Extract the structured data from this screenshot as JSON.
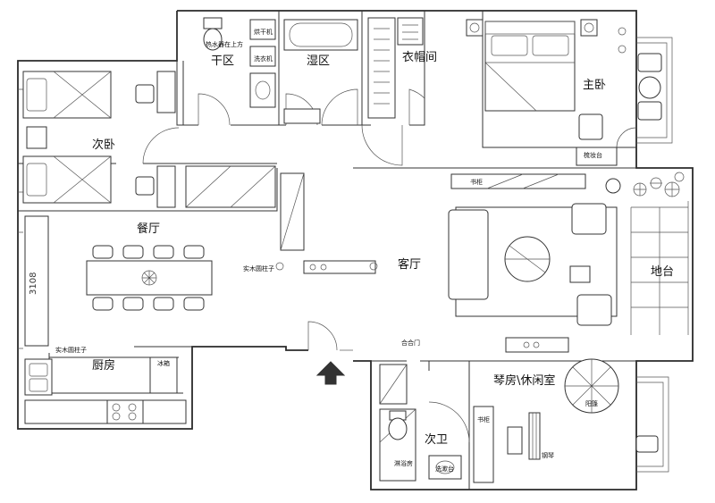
{
  "rooms": {
    "dry_area": "干区",
    "wet_area": "湿区",
    "walk_in_closet": "衣帽间",
    "master_bedroom": "主卧",
    "second_bedroom": "次卧",
    "dining_room": "餐厅",
    "living_room": "客厅",
    "balcony": "地台",
    "kitchen": "厨房",
    "second_bathroom": "次卫",
    "piano_leisure_room": "琴房\\休闲室"
  },
  "labels": {
    "water_heater": "热水器在上方",
    "dryer": "烘干机",
    "washer": "洗衣机",
    "vanity": "梳妆台",
    "bookcase_top": "书柜",
    "bookcase_side": "书柜",
    "wood_column_living": "实木圆柱子",
    "wood_column_kitchen": "实木圆柱子",
    "fridge": "冰箱",
    "folding_door": "合合门",
    "shower": "淋浴房",
    "wash_basin": "洗漱台",
    "piano": "钢琴",
    "umbrella": "阳篷"
  },
  "dimension": "3108",
  "entrance_arrow": "entrance-arrow-icon",
  "colors": {
    "wall": "#2a2a2a",
    "entrance_arrow": "#333333",
    "plant": "#555555"
  }
}
